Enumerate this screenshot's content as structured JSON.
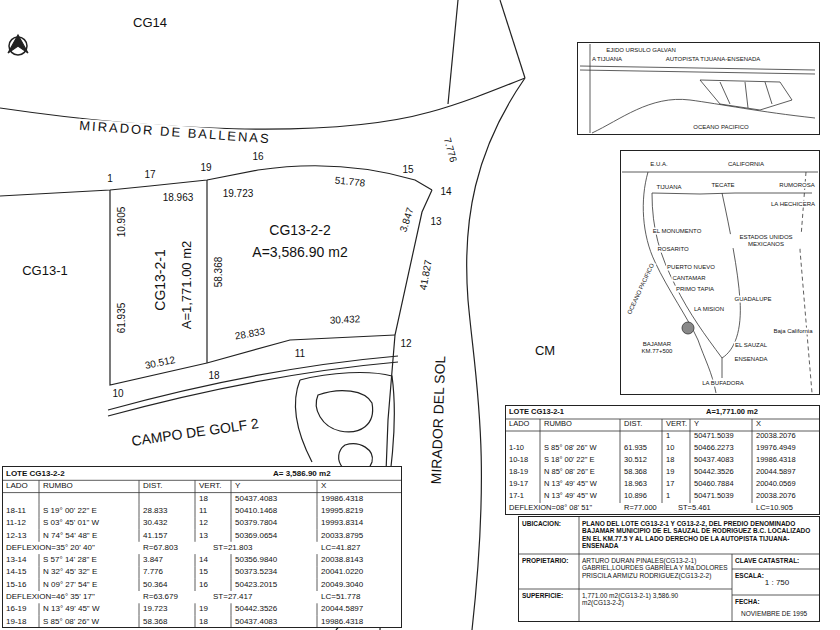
{
  "diagram": {
    "nodes": [
      {
        "text": [
          "EJIDO URSULO GALVAN",
          "A TIJUANA",
          "AUTOPISTA TIJUANA-ENSENADA",
          "OCEANO PACIFICO"
        ]
      },
      {
        "text": [
          "E.U.A.",
          "CALIFORNIA",
          "TIJUANA",
          "TECATE",
          "RUMOROSA",
          "LA HECHICERA",
          "EL MONUMENTO",
          "ROSARITO",
          "ESTADOS UNIDOS MEXICANOS",
          "PUERTO NUEVO",
          "CANTAMAR",
          "PRIMO TAPIA",
          "LA MISION",
          "GUADALUPE",
          "Baja California",
          "OCEANO PACIFICO",
          "BAJAMAR KM.77+500",
          "EL SAUZAL",
          "ENSENADA",
          "LA BUFADORA"
        ]
      },
      {
        "text": [
          "LOTE CG13-2-1",
          "A=1,771.00 m2",
          "LADO",
          "RUMBO",
          "DIST.",
          "VERT.",
          "Y",
          "X",
          "1",
          "50471.5039",
          "20038.2076",
          "1-10",
          "S 85° 08' 26\" W",
          "61.935",
          "10",
          "50466.2273",
          "19976.4949",
          "10-18",
          "S 18° 00' 22\" E",
          "30.512",
          "18",
          "50437.4083",
          "19986.4318",
          "18-19",
          "N 85° 08' 26\" E",
          "58.368",
          "19",
          "50442.3526",
          "20044.5897",
          "19-17",
          "N 13° 49' 45\" W",
          "18.963",
          "17",
          "50460.7884",
          "20040.0569",
          "17-1",
          "N 13° 49' 45\" W",
          "10.896",
          "1",
          "50471.5039",
          "20038.2076",
          "DEFLEXION=08° 08' 51\"",
          "R=77.000",
          "ST=5.461",
          "LC=10.905"
        ]
      },
      {
        "text": [
          "LOTE CG13-2-2",
          "A= 3,586.90 m2",
          "LADO",
          "RUMBO",
          "DIST.",
          "VERT.",
          "Y",
          "X",
          "18",
          "50437.4083",
          "19986.4318",
          "18-11",
          "S 19° 00' 22\" E",
          "28.833",
          "11",
          "50410.1468",
          "19995.8219",
          "11-12",
          "S 03° 45' 01\" W",
          "30.432",
          "12",
          "50379.7804",
          "19993.8314",
          "12-13",
          "N 74° 54' 48\" E",
          "41.157",
          "13",
          "50369.0654",
          "20033.8795",
          "DEFLEXION=35° 20' 40\"",
          "R=67.803",
          "ST=21.803",
          "LC=41.827",
          "13-14",
          "S 57° 14' 28\" E",
          "3.847",
          "14",
          "50356.9840",
          "20038.8143",
          "14-15",
          "N 32° 45' 32\" E",
          "7.776",
          "15",
          "50373.5234",
          "20041.0220",
          "15-16",
          "N 09° 27' 54\" E",
          "50.364",
          "16",
          "50423.2015",
          "20049.3040",
          "DEFLEXION=46° 35' 17\"",
          "R=63.679",
          "ST=27.417",
          "LC=51.778",
          "16-19",
          "N 13° 49' 45\" W",
          "19.723",
          "19",
          "50442.3526",
          "20044.5897",
          "19-18",
          "S 85° 08' 26\" W",
          "58.368",
          "18",
          "50437.4083",
          "19986.4318"
        ]
      },
      {
        "text": [
          "UBICACION:",
          "PLANO DEL LOTE CG13-2-1 Y CG13-2-2, DEL PREDIO DENOMINADO BAJAMAR MUNICIPIO DE EL SAUZAL DE RODRIGUEZ B.C. LOCALIZADO EN EL KM.77.5 Y AL LADO DERECHO DE LA AUTOPISTA TIJUANA-ENSENADA",
          "PROPIETARIO:",
          "ARTURO DURAN PINALES(CG13-2-1) GABRIEL,LOURDES GABRIELA Y Ma.DOLORES PRISCILA ARMIZU RODRIGUEZ(CG13-2-2)",
          "CLAVE CATASTRAL:",
          "ESCALA:",
          "1 : 750",
          "SUPERFICIE:",
          "1,771.00 m2(CG13-2-1) 3,586.90 m2(CG13-2-2)",
          "FECHA:",
          "NOVIEMBRE DE 1995"
        ]
      }
    ],
    "labels": [
      "CG14",
      "MIRADOR DE BALLENAS",
      "16",
      "1",
      "17",
      "19",
      "18.963",
      "19.723",
      "51.778",
      "15",
      "7.776",
      "14",
      "3.847",
      "13",
      "41.827",
      "CG13-2-2",
      "A=3,586.90 m2",
      "CG13-2-1",
      "A=1,771.00 m2",
      "10.905",
      "58.368",
      "61.935",
      "CG13-1",
      "30.432",
      "28.833",
      "30.512",
      "18",
      "11",
      "12",
      "10",
      "CAMPO DE GOLF 2",
      "MIRADOR DEL SOL",
      "CM"
    ]
  }
}
